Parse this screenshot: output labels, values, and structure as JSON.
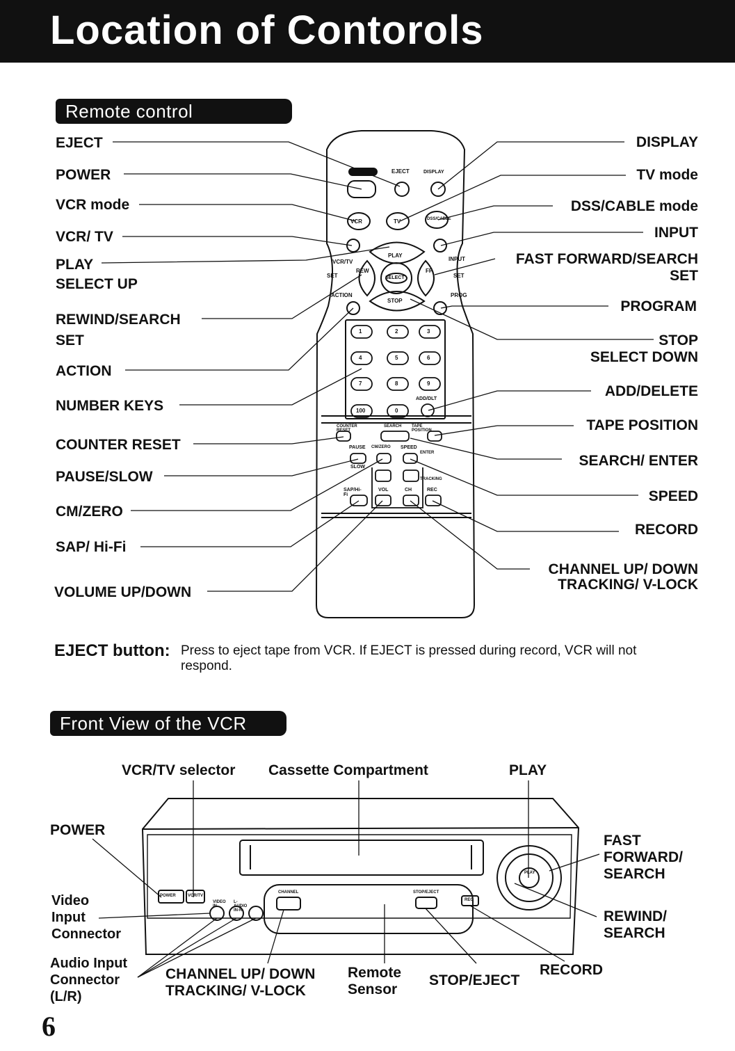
{
  "page_title": "Location of Contorols",
  "page_number": "6",
  "remote": {
    "section_title": "Remote control",
    "left_labels": [
      "EJECT",
      "POWER",
      "VCR mode",
      "VCR/ TV",
      "PLAY",
      "SELECT UP",
      "REWIND/SEARCH",
      "SET",
      "ACTION",
      "NUMBER KEYS",
      "COUNTER RESET",
      "PAUSE/SLOW",
      "CM/ZERO",
      "SAP/ Hi-Fi",
      "VOLUME UP/DOWN"
    ],
    "right_labels": [
      "DISPLAY",
      "TV mode",
      "DSS/CABLE mode",
      "INPUT",
      "FAST FORWARD/SEARCH",
      "SET",
      "PROGRAM",
      "STOP",
      "SELECT DOWN",
      "ADD/DELETE",
      "TAPE POSITION",
      "SEARCH/ ENTER",
      "SPEED",
      "RECORD",
      "CHANNEL UP/ DOWN",
      "TRACKING/ V-LOCK"
    ],
    "button_text": {
      "eject": "EJECT",
      "display": "DISPLAY",
      "vcr": "VCR",
      "tv": "TV",
      "dss": "DSS/CABLE",
      "play": "PLAY",
      "rew": "REW",
      "select": "SELECT",
      "ff": "FF",
      "stop": "STOP",
      "set": "SET",
      "vcrtv": "VCR/TV",
      "input": "INPUT",
      "prog": "PROG",
      "action": "ACTION",
      "keys": [
        "1",
        "2",
        "3",
        "4",
        "5",
        "6",
        "7",
        "8",
        "9",
        "100",
        "0"
      ],
      "adddlt": "ADD/DLT",
      "counter_reset": "COUNTER RESET",
      "search": "SEARCH",
      "tape_position": "TAPE POSITION",
      "pause": "PAUSE",
      "slow": "SLOW",
      "cmzero": "CM/ZERO",
      "speed": "SPEED",
      "enter": "ENTER",
      "saphifi": "SAP/Hi-Fi",
      "vol": "VOL",
      "ch": "CH",
      "rec": "REC",
      "tracking": "TRACKING"
    }
  },
  "eject_note": {
    "title": "EJECT button:",
    "text": "Press to eject tape from VCR. If EJECT is pressed during record, VCR will not respond."
  },
  "vcr": {
    "section_title": "Front View of the VCR",
    "labels": {
      "vcr_tv_selector": "VCR/TV selector",
      "cassette_compartment": "Cassette  Compartment",
      "play": "PLAY",
      "power": "POWER",
      "fast_forward": [
        "FAST",
        "FORWARD/",
        "SEARCH"
      ],
      "video_input": [
        "Video",
        "Input",
        "Connector"
      ],
      "rewind": [
        "REWIND/",
        "SEARCH"
      ],
      "audio_input": [
        "Audio Input",
        "Connector",
        "(L/R)"
      ],
      "channel": [
        "CHANNEL UP/ DOWN",
        "TRACKING/ V-LOCK"
      ],
      "remote_sensor": [
        "Remote",
        "Sensor"
      ],
      "stop_eject": "STOP/EJECT",
      "record": "RECORD"
    },
    "panel_text": {
      "power": "POWER",
      "vcrtv": "VCR/TV",
      "video": "VIDEO IN",
      "audio": "L-AUDIO IN-R",
      "channel": "CHANNEL",
      "stop_eject": "STOP/EJECT",
      "rec": "REC",
      "play": "PLAY"
    }
  }
}
